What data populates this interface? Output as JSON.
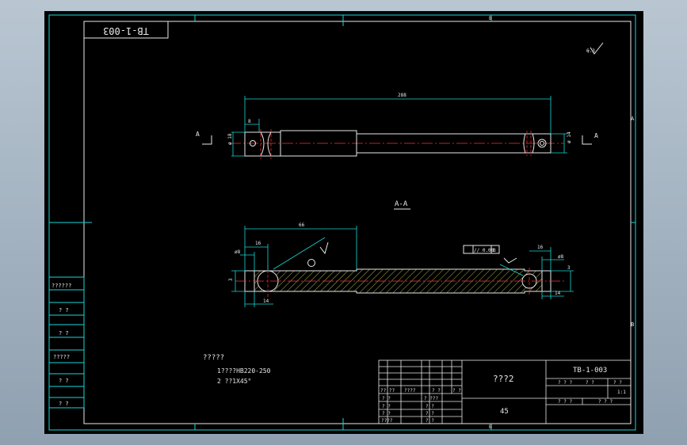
{
  "drawing": {
    "part_no_mirror": "TB-1-003",
    "part_no": "TB-1-003",
    "section_label": "A-A",
    "view_marker": "A",
    "zone_letter_top": "B",
    "zone_letter_side": "A",
    "zone_letter_side2": "B",
    "material": "45",
    "part_name": "???2",
    "tech_title": "?????",
    "tech_note1": "1????HB220-250",
    "tech_note2": "2 ??1X45°",
    "roughness": "6.3",
    "geo_tol": "// 0.08",
    "datum": "B"
  },
  "side_table": [
    {
      "label": "??????"
    },
    {
      "label": "? ?"
    },
    {
      "label": "? ?"
    },
    {
      "label": "?????"
    },
    {
      "label": "? ?"
    },
    {
      "label": "? ?"
    }
  ],
  "title_block": {
    "rows_left": [
      "? ?",
      "? ?",
      "? ?",
      "????"
    ],
    "row_signers": [
      "?? ??",
      "????",
      "? ?",
      "? ?"
    ],
    "right_cells": [
      "? ? ?",
      "? ?",
      "? ?",
      "? ? ?",
      "? ? ?"
    ],
    "scale": "1:1"
  },
  "dims": {
    "top_length": "288",
    "left_small": "8",
    "left_h": "ø 18",
    "right_h": "ø 14",
    "sec_len": "66",
    "sec_16a": "16",
    "sec_16b": "16",
    "sec_8a": "ø8",
    "sec_8b": "ø8",
    "sec_3": "3",
    "sec_14": "14"
  }
}
